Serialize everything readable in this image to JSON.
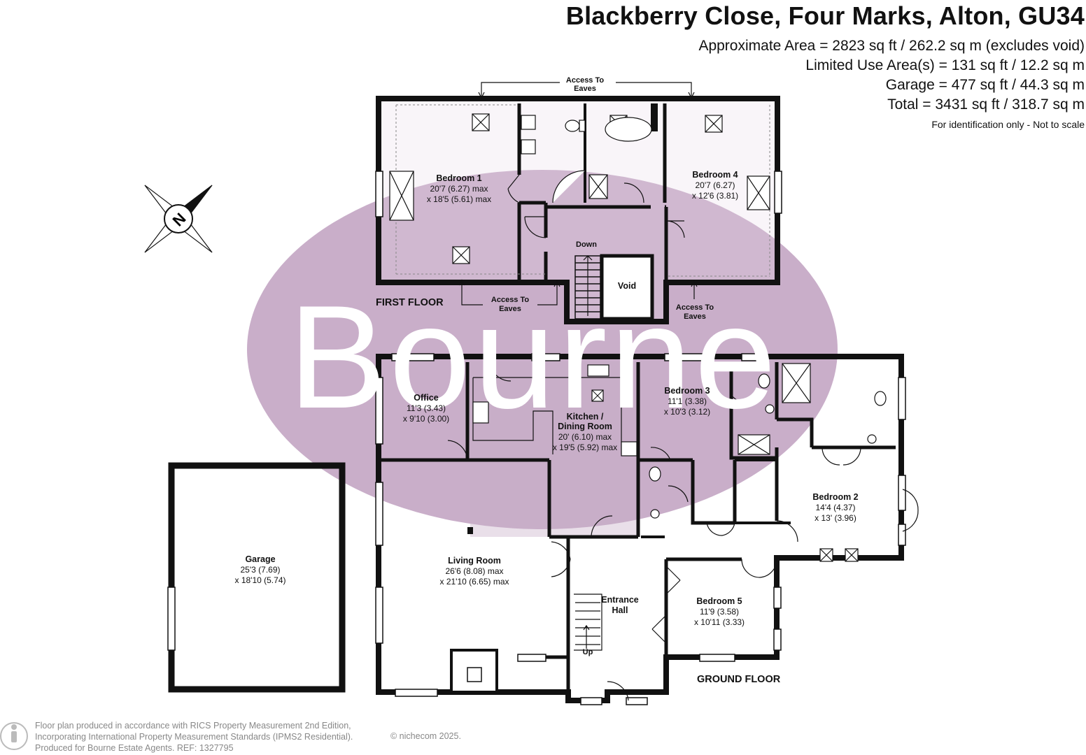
{
  "header": {
    "address": "Blackberry Close, Four Marks, Alton, GU34",
    "areas": [
      "Approximate Area = 2823 sq ft / 262.2 sq m (excludes void)",
      "Limited Use Area(s) = 131 sq ft / 12.2 sq m",
      "Garage = 477 sq ft / 44.3 sq m",
      "Total = 3431 sq ft / 318.7 sq m"
    ],
    "note": "For identification only - Not to scale"
  },
  "watermark": {
    "text": "Bourne",
    "color": "#c9aec9"
  },
  "compass": {
    "label": "N"
  },
  "first_floor": {
    "label": "FIRST FLOOR",
    "rooms": {
      "bedroom1": {
        "name": "Bedroom 1",
        "dim1": "20'7 (6.27) max",
        "dim2": "x 18'5 (5.61) max"
      },
      "bedroom4": {
        "name": "Bedroom 4",
        "dim1": "20'7 (6.27)",
        "dim2": "x 12'6 (3.81)"
      },
      "void": {
        "name": "Void"
      }
    },
    "labels": {
      "down": "Down",
      "eaves_top_1": "Access To",
      "eaves_top_2": "Eaves",
      "eaves_left_1": "Access To",
      "eaves_left_2": "Eaves",
      "eaves_right_1": "Access To",
      "eaves_right_2": "Eaves"
    }
  },
  "ground_floor": {
    "label": "GROUND FLOOR",
    "rooms": {
      "office": {
        "name": "Office",
        "dim1": "11'3 (3.43)",
        "dim2": "x 9'10 (3.00)"
      },
      "kitchen": {
        "name1": "Kitchen /",
        "name2": "Dining Room",
        "dim1": "20' (6.10) max",
        "dim2": "x 19'5 (5.92) max"
      },
      "bedroom3": {
        "name": "Bedroom 3",
        "dim1": "11'1 (3.38)",
        "dim2": "x 10'3 (3.12)"
      },
      "bedroom2": {
        "name": "Bedroom 2",
        "dim1": "14'4 (4.37)",
        "dim2": "x 13' (3.96)"
      },
      "living": {
        "name": "Living Room",
        "dim1": "26'6 (8.08) max",
        "dim2": "x 21'10 (6.65) max"
      },
      "hall": {
        "name1": "Entrance",
        "name2": "Hall"
      },
      "bedroom5": {
        "name": "Bedroom 5",
        "dim1": "11'9 (3.58)",
        "dim2": "x 10'11 (3.33)"
      },
      "garage": {
        "name": "Garage",
        "dim1": "25'3 (7.69)",
        "dim2": "x 18'10 (5.74)"
      }
    },
    "labels": {
      "up": "Up"
    }
  },
  "footer": {
    "line1": "Floor plan produced in accordance with RICS Property Measurement 2nd Edition,",
    "line2": "Incorporating International Property Measurement Standards (IPMS2 Residential).",
    "line3": "Produced for Bourne Estate Agents.   REF:  1327795",
    "copyright": "© nichecom 2025."
  }
}
